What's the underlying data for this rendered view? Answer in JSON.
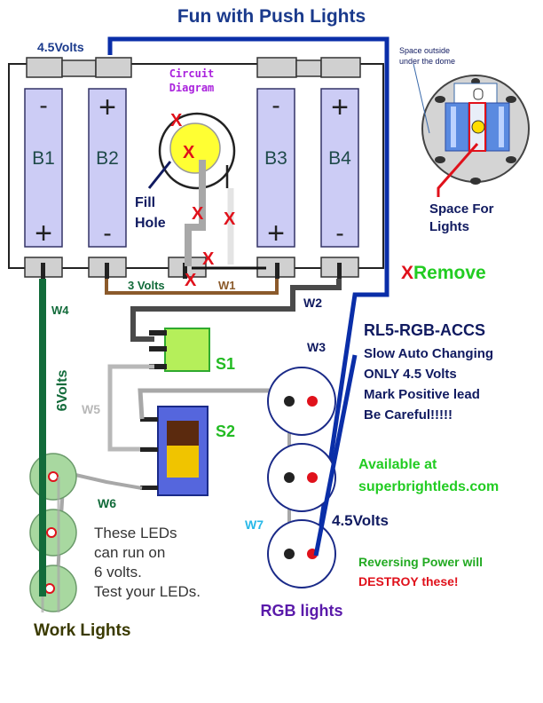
{
  "title": "Fun with Push Lights",
  "labels": {
    "v45_top": "4.5Volts",
    "circuit_line1": "Circuit",
    "circuit_line2": "Diagram",
    "b1": "B1",
    "b2": "B2",
    "b3": "B3",
    "b4": "B4",
    "fill_line1": "Fill",
    "fill_line2": "Hole",
    "x_mark": "X",
    "remove_x": "X",
    "remove_word": "Remove",
    "three_volts": "3 Volts",
    "w1": "W1",
    "w2": "W2",
    "w3": "W3",
    "w4": "W4",
    "w5": "W5",
    "w6": "W6",
    "w7": "W7",
    "six_volts": "6Volts",
    "s1": "S1",
    "s2": "S2",
    "space_outside_1": "Space outside",
    "space_outside_2": "under the dome",
    "space_lights_1": "Space For",
    "space_lights_2": "Lights",
    "rl5_title": "RL5-RGB-ACCS",
    "rl5_line1": "Slow Auto Changing",
    "rl5_line2": "ONLY 4.5 Volts",
    "rl5_line3": "Mark Positive lead",
    "rl5_line4": "Be Careful!!!!!",
    "avail_1": "Available at",
    "avail_2": "superbrightleds.com",
    "v45_right": "4.5Volts",
    "reverse_1": "Reversing Power will",
    "reverse_2": "DESTROY these!",
    "rgb": "RGB lights",
    "work_note_1": "These LEDs",
    "work_note_2": "can run on",
    "work_note_3": "6 volts.",
    "work_note_4": "Test your LEDs.",
    "work": "Work Lights",
    "plus": "+",
    "minus": "-"
  },
  "colors": {
    "title": "#1a3a8c",
    "battery_fill": "#ccccf5",
    "battery_stroke": "#333366",
    "wire_blue": "#0a2ea8",
    "wire_green": "#126b3a",
    "wire_brown": "#8b5a2b",
    "wire_dark_gray": "#4a4a4a",
    "wire_gray": "#a8a8a8",
    "wire_light_gray": "#e4e4e4",
    "red_x": "#e0111b",
    "green_text": "#22cc22",
    "purple": "#aa22dd",
    "navy": "#101a60",
    "s1_fill": "#b5ef5a",
    "work_led_fill": "#a8d8a0"
  }
}
